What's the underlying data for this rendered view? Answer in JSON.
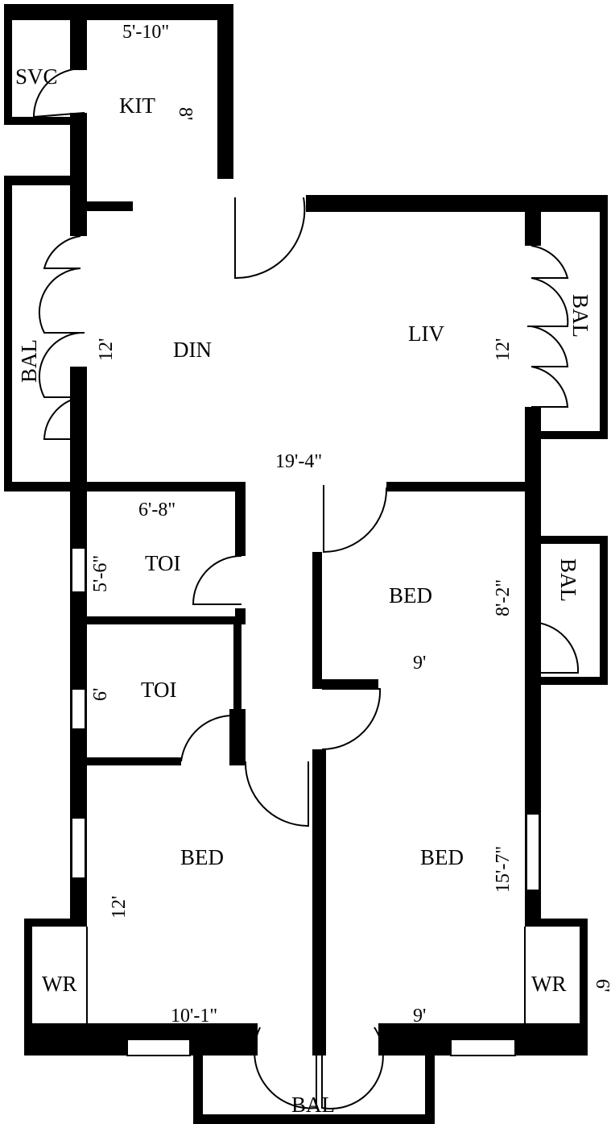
{
  "plan": {
    "rooms": {
      "svc": "SVC",
      "kit": "KIT",
      "din": "DIN",
      "liv": "LIV",
      "bal_left": "BAL",
      "bal_right": "BAL",
      "toi_upper": "TOI",
      "toi_lower": "TOI",
      "bed_upper_right": "BED",
      "bed_lower_left": "BED",
      "bed_lower_right": "BED",
      "bal_bed": "BAL",
      "wr_left": "WR",
      "wr_right": "WR",
      "bal_bottom": "BAL"
    },
    "dimensions": {
      "kit_width": "5'-10\"",
      "kit_depth": "8'",
      "din_depth": "12'",
      "liv_depth": "12'",
      "din_liv_width": "19'-4\"",
      "toi_upper_width": "6'-8\"",
      "toi_upper_depth": "5'-6\"",
      "toi_lower_depth": "6'",
      "bed_upper_right_depth": "8'-2\"",
      "bed_upper_right_width": "9'",
      "bed_lower_left_depth": "12'",
      "bed_lower_left_width": "10'-1\"",
      "bed_lower_right_depth": "15'-7\"",
      "bed_lower_right_width": "9'",
      "wr_right_depth": "6'"
    }
  }
}
